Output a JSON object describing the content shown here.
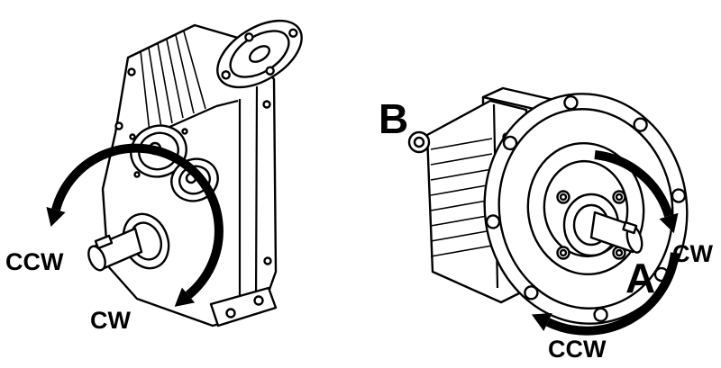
{
  "page": {
    "background": "#ffffff",
    "line_color": "#000000",
    "arrow_color": "#000000",
    "content": "rotation-direction diagram of two gear units"
  },
  "left_unit": {
    "description": "foot-mounted parallel-shaft gearmotor with rotation arrow around output shaft",
    "labels": {
      "ccw": "CCW",
      "cw": "CW"
    }
  },
  "right_unit": {
    "description": "flange-mounted gearmotor with rotation arrow around output flange",
    "labels": {
      "side_b": "B",
      "side_a": "A",
      "cw": "CW",
      "ccw": "CCW"
    }
  }
}
